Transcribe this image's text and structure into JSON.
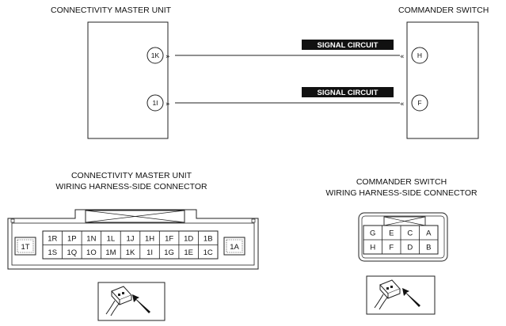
{
  "top": {
    "left_unit": "CONNECTIVITY MASTER UNIT",
    "right_unit": "COMMANDER SWITCH",
    "circuits": [
      {
        "label": "SIGNAL CIRCUIT",
        "from": "1K",
        "to": "H"
      },
      {
        "label": "SIGNAL CIRCUIT",
        "from": "1I",
        "to": "F"
      }
    ]
  },
  "left_connector": {
    "title1": "CONNECTIVITY MASTER UNIT",
    "title2": "WIRING HARNESS-SIDE CONNECTOR",
    "left_tab": "1T",
    "right_tab": "1A",
    "row1": [
      "1R",
      "1P",
      "1N",
      "1L",
      "1J",
      "1H",
      "1F",
      "1D",
      "1B"
    ],
    "row2": [
      "1S",
      "1Q",
      "1O",
      "1M",
      "1K",
      "1I",
      "1G",
      "1E",
      "1C"
    ]
  },
  "right_connector": {
    "title1": "COMMANDER SWITCH",
    "title2": "WIRING HARNESS-SIDE CONNECTOR",
    "row1": [
      "G",
      "E",
      "C",
      "A"
    ],
    "row2": [
      "H",
      "F",
      "D",
      "B"
    ]
  },
  "icons": [
    "connector-insertion-icon",
    "connector-insertion-icon"
  ]
}
